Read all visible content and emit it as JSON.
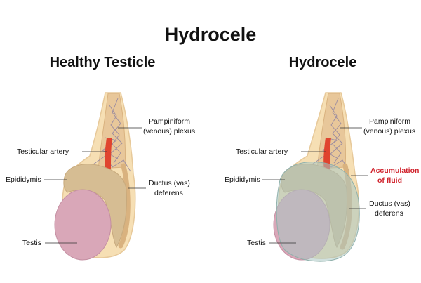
{
  "title": "Hydrocele",
  "panels": [
    {
      "heading": "Healthy Testicle",
      "labels": {
        "plexus_line1": "Pampiniform",
        "plexus_line2": "(venous) plexus",
        "artery": "Testicular artery",
        "epididymis": "Epididymis",
        "ductus_line1": "Ductus (vas)",
        "ductus_line2": "deferens",
        "testis": "Testis"
      }
    },
    {
      "heading": "Hydrocele",
      "labels": {
        "plexus_line1": "Pampiniform",
        "plexus_line2": "(venous) plexus",
        "artery": "Testicular artery",
        "epididymis": "Epididymis",
        "fluid_line1": "Accumulation",
        "fluid_line2": "of fluid",
        "ductus_line1": "Ductus (vas)",
        "ductus_line2": "deferens",
        "testis": "Testis"
      }
    }
  ],
  "colors": {
    "sac": "#f6dfb4",
    "cord": "#e8c79a",
    "epididymis": "#d6bd93",
    "testis": "#d9a7b8",
    "artery": "#e0442f",
    "fluid": "#a9c6c2",
    "fluid_label": "#d0202a",
    "text": "#111111"
  }
}
